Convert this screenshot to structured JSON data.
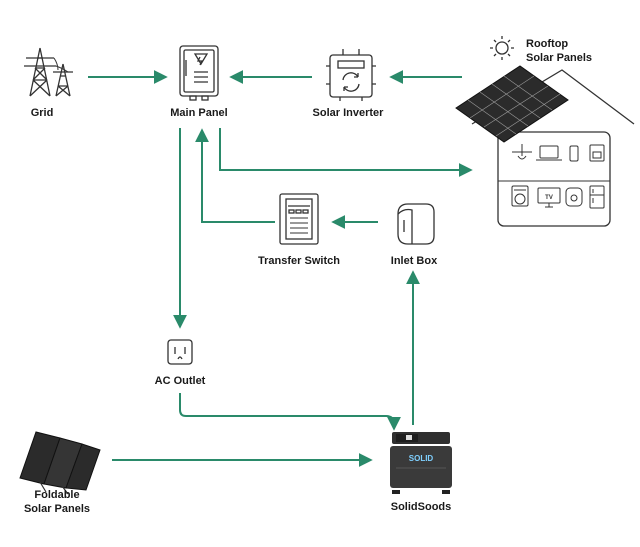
{
  "nodes": {
    "grid": "Grid",
    "main_panel": "Main Panel",
    "solar_inverter": "Solar Inverter",
    "rooftop_line1": "Rooftop",
    "rooftop_line2": "Solar Panels",
    "transfer_switch": "Transfer Switch",
    "inlet_box": "Inlet Box",
    "ac_outlet": "AC Outlet",
    "foldable_line1": "Foldable",
    "foldable_line2": "Solar Panels",
    "solidsoods": "SolidSoods"
  },
  "brand_mark": "SOLID",
  "tv_label": "TV",
  "colors": {
    "flow": "#2a8a6a",
    "icon": "#333333",
    "panel_dark": "#2b2b2b",
    "battery": "#3a3a3a"
  }
}
